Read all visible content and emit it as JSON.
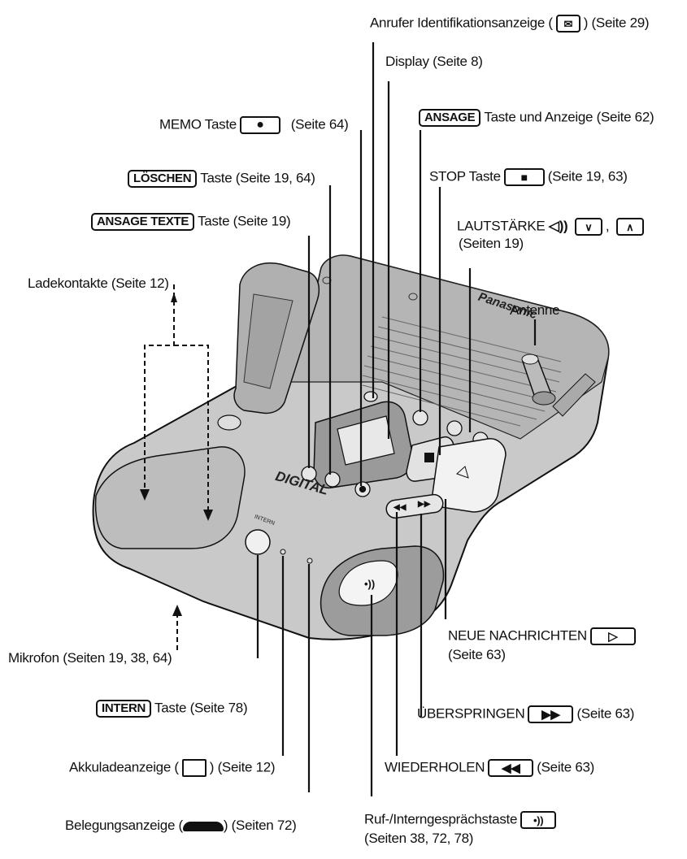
{
  "labels": {
    "anrufer_text": "Anrufer Identifikationsanzeige (",
    "anrufer_page": ") (Seite  29)",
    "display": "Display (Seite 8)",
    "memo": "MEMO Taste",
    "memo_page": "(Seite 64)",
    "ansage_key": "ANSAGE",
    "ansage_text": "Taste und Anzeige (Seite 62)",
    "loeschen_key": "LÖSCHEN",
    "loeschen_text": "Taste (Seite 19, 64)",
    "stop": "STOP Taste",
    "stop_page": "(Seite 19, 63)",
    "ansage_texte_key": "ANSAGE TEXTE",
    "ansage_texte_text": "Taste (Seite 19)",
    "lautstaerke": "LAUTSTÄRKE",
    "lautstaerke_pages": "(Seiten 19)",
    "ladekontakte": "Ladekontakte (Seite 12)",
    "antenne": "Antenne",
    "mikrofon": "Mikrofon (Seiten 19, 38, 64)",
    "neue": "NEUE NACHRICHTEN",
    "neue_page": "(Seite 63)",
    "intern_key": "INTERN",
    "intern_text": "Taste (Seite 78)",
    "ueberspringen": "ÜBERSPRINGEN",
    "ueberspringen_page": "(Seite 63)",
    "akku": "Akkuladeanzeige (",
    "akku_page": ") (Seite 12)",
    "wiederholen": "WIEDERHOLEN",
    "wiederholen_page": "(Seite 63)",
    "belegung": "Belegungsanzeige (",
    "belegung_page": ") (Seiten 72)",
    "ruf": "Ruf-/Interngesprächstaste",
    "ruf_pages": "(Seiten 38, 72, 78)"
  },
  "device": {
    "brand": "Panasonic",
    "digital": "DIGITAL",
    "intern_label": "INTERN"
  }
}
